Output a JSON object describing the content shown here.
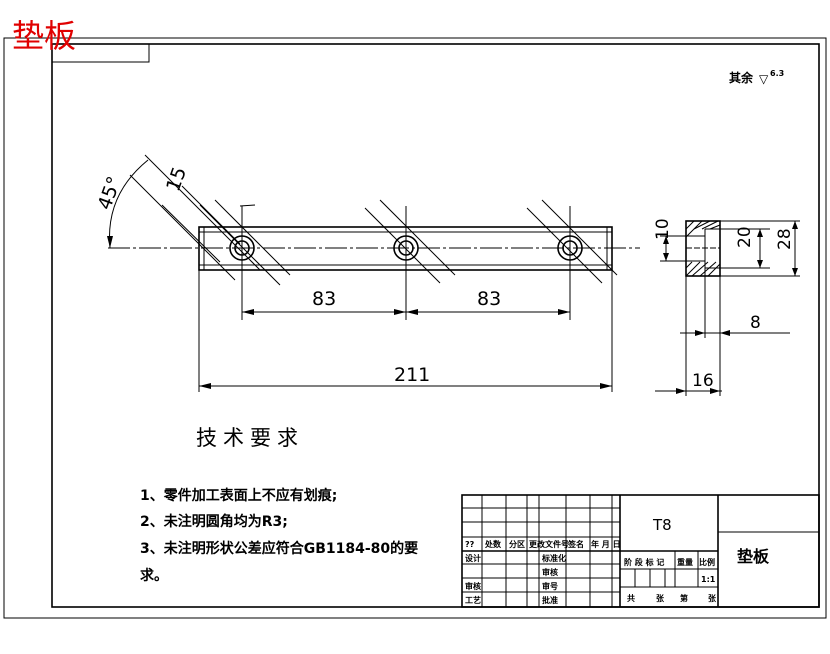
{
  "title_overlay": "垫板",
  "roughness_note": "其余",
  "roughness_symbol": "▽",
  "roughness_value": "6.3",
  "dimensions": {
    "angle": "45°",
    "chamfer": "15",
    "pitch_1": "83",
    "pitch_2": "83",
    "overall_length": "211",
    "hole_dia": "10",
    "counterbore_dia": "20",
    "height": "28",
    "depth": "8",
    "width": "16"
  },
  "technical_requirements": {
    "heading": "技术要求",
    "items": [
      "1、零件加工表面上不应有划痕;",
      "2、未注明圆角均为R3;",
      "3、未注明形状公差应符合GB1184-80的要",
      "求。"
    ]
  },
  "title_block": {
    "material": "T8",
    "part_name": "垫板",
    "scale": "1:1",
    "header_row": [
      "??",
      "处数",
      "分区",
      "更改文件号",
      "签名",
      "年 月 日"
    ],
    "labels": {
      "design": "设计",
      "standardization": "标准化",
      "review": "审核",
      "process": "工艺",
      "approve_left": "审核",
      "approve_right": "批准",
      "stage_label": "阶 段 标 记",
      "weight": "重量",
      "ratio": "比例",
      "sheet_total": "共",
      "sheet_unit": "张",
      "sheet_no": "第",
      "sheet_unit2": "张"
    }
  }
}
